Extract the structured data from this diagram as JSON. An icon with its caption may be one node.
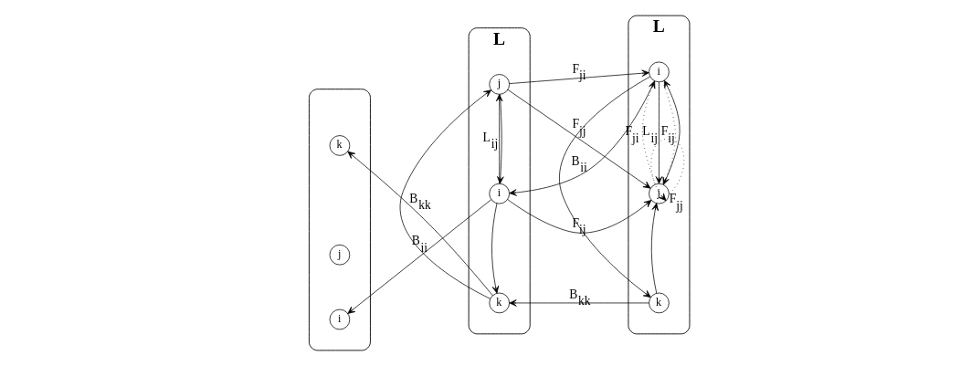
{
  "diagram": {
    "nodes": [
      {
        "text": [],
        "shape": "ellipse"
      },
      {
        "text": [
          "i"
        ],
        "in": 0
      },
      {
        "text": [
          "k"
        ],
        "in": 0
      },
      {
        "text": [
          "j"
        ],
        "in": 0
      },
      {
        "text": [
          "L"
        ]
      },
      {
        "text": [
          "i"
        ],
        "in": 4
      },
      {
        "text": [
          "k"
        ],
        "in": 4
      },
      {
        "text": [
          "j"
        ],
        "in": 4
      },
      {
        "text": [
          "L"
        ]
      },
      {
        "text": [
          "i"
        ],
        "in": 8
      },
      {
        "text": [
          "k"
        ],
        "in": 8
      },
      {
        "text": [
          "j"
        ],
        "in": 8
      }
    ],
    "edges": [
      {
        "from": 5,
        "to": 1,
        "arrow": "to",
        "label": "B$_{ii}$"
      },
      {
        "from": 9,
        "to": 5,
        "arrow": "to",
        "label": "B$_{ii}$"
      },
      {
        "from": 6,
        "to": 2,
        "arrow": "to",
        "label": "B$_{kk}$"
      },
      {
        "from": 10,
        "to": 6,
        "arrow": "to",
        "label": "B$_{kk}$"
      },
      {
        "from": 5,
        "to": 6,
        "arrow": "to"
      },
      {
        "from": 6,
        "to": 7,
        "arrow": "to"
      },
      {
        "from": 7,
        "to": 5,
        "arrow": "to"
      },
      {
        "from": 5,
        "to": 7,
        "arrow": "to",
        "label": "L$_{ij}$"
      },
      {
        "from": 5,
        "to": 11,
        "arrow": "to",
        "label": "F$_{ij}$"
      },
      {
        "from": 7,
        "to": 9,
        "arrow": "to",
        "label": "F$_{ji}$"
      },
      {
        "from": 7,
        "to": 11,
        "arrow": "to",
        "label": "F$_{jj}$"
      },
      {
        "from": 9,
        "to": 10,
        "arrow": "to"
      },
      {
        "from": 10,
        "to": 11,
        "arrow": "to"
      },
      {
        "from": 11,
        "to": 9,
        "arrow": "to"
      },
      {
        "from": 9,
        "to": 11,
        "arrow": "to",
        "label": "L$_{ij}$"
      },
      {
        "from": 9,
        "to": 11,
        "arrow": "to",
        "style": "dashed",
        "label": "F$_{ij}$"
      },
      {
        "from": 11,
        "to": 9,
        "arrow": "to",
        "style": "dashed",
        "label": "F$_{ji}$"
      },
      {
        "from": 11,
        "to": 11,
        "arrow": "to",
        "style": "dashed",
        "label": "F$_{jj}$"
      }
    ]
  }
}
